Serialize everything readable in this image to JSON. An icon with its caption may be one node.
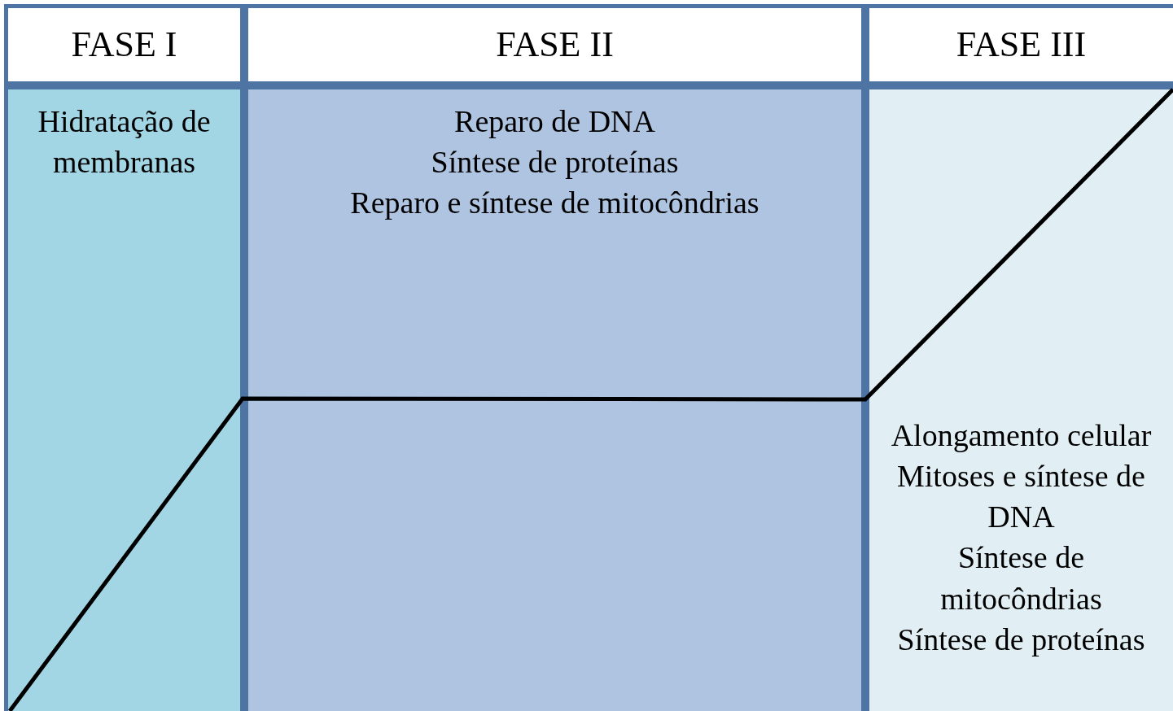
{
  "diagram": {
    "nodes": [
      {
        "text": [
          "FASE I"
        ]
      },
      {
        "text": [
          "FASE II"
        ]
      },
      {
        "text": [
          "FASE III"
        ]
      },
      {
        "text": [
          "Hidratação de membranas"
        ]
      },
      {
        "text": [
          "Reparo de DNA",
          "Síntese de proteínas",
          "Reparo e síntese de mitocôndrias"
        ]
      },
      {
        "text": [
          "Alongamento celular",
          "Mitoses e síntese de DNA",
          "Síntese de mitocôndrias",
          "Síntese de proteínas"
        ]
      }
    ]
  }
}
